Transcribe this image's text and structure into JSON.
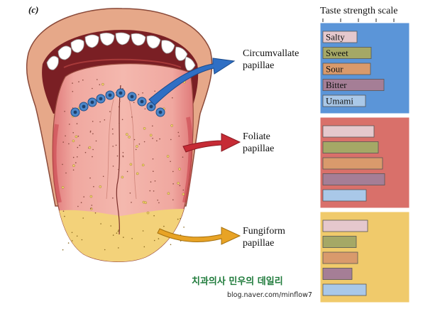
{
  "panel_letter": "(c)",
  "labels": {
    "circumvallate_line1": "Circumvallate",
    "circumvallate_line2": "papillae",
    "foliate_line1": "Foliate",
    "foliate_line2": "papillae",
    "fungiform_line1": "Fungiform",
    "fungiform_line2": "papillae"
  },
  "scale": {
    "title": "Taste strength scale",
    "tastes": [
      "Salty",
      "Sweet",
      "Sour",
      "Bitter",
      "Umami"
    ],
    "taste_colors": [
      "#e5c8cd",
      "#a5a866",
      "#d99a6c",
      "#a57e96",
      "#a9c8e8"
    ],
    "panels": [
      {
        "name": "circumvallate",
        "color": "#5b95d8",
        "values": [
          0.48,
          0.68,
          0.67,
          0.86,
          0.6
        ]
      },
      {
        "name": "foliate",
        "color": "#d9706a",
        "values": [
          0.72,
          0.78,
          0.84,
          0.87,
          0.61
        ]
      },
      {
        "name": "fungiform",
        "color": "#f0ca6b",
        "values": [
          0.63,
          0.47,
          0.49,
          0.41,
          0.61
        ]
      }
    ]
  },
  "watermark": {
    "korean": "치과의사 민우의 데일리",
    "url": "blog.naver.com/minflow7"
  }
}
